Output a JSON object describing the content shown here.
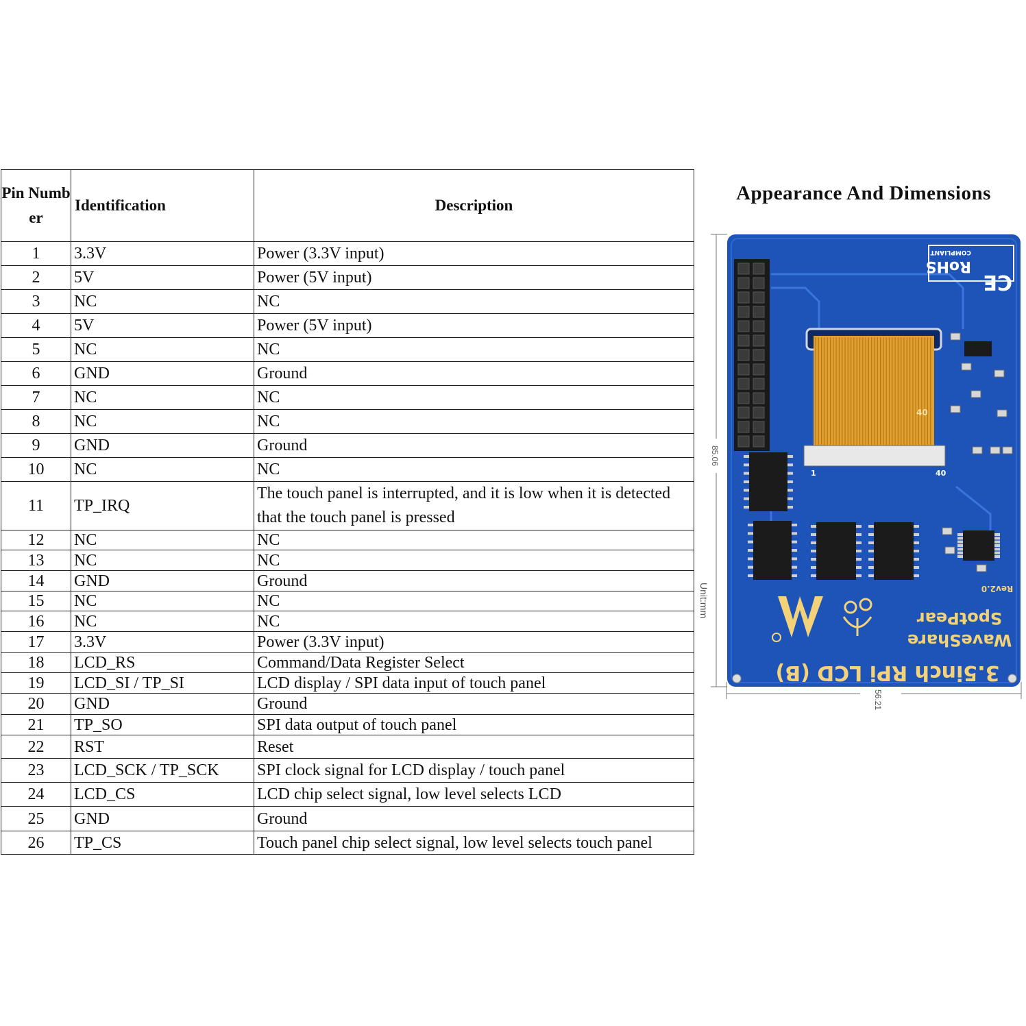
{
  "table": {
    "headers": {
      "pin": "Pin Number",
      "identification": "Identification",
      "description": "Description"
    },
    "rows": [
      {
        "pin": "1",
        "id": "3.3V",
        "desc": "Power (3.3V input)"
      },
      {
        "pin": "2",
        "id": "5V",
        "desc": "Power (5V input)"
      },
      {
        "pin": "3",
        "id": "NC",
        "desc": "NC"
      },
      {
        "pin": "4",
        "id": "5V",
        "desc": "Power (5V input)"
      },
      {
        "pin": "5",
        "id": "NC",
        "desc": "NC"
      },
      {
        "pin": "6",
        "id": "GND",
        "desc": "Ground"
      },
      {
        "pin": "7",
        "id": "NC",
        "desc": "NC"
      },
      {
        "pin": "8",
        "id": "NC",
        "desc": "NC"
      },
      {
        "pin": "9",
        "id": "GND",
        "desc": "Ground"
      },
      {
        "pin": "10",
        "id": "NC",
        "desc": "NC"
      },
      {
        "pin": "11",
        "id": "TP_IRQ",
        "desc": "The touch panel is interrupted, and it is low when it is detected that the touch panel is pressed"
      },
      {
        "pin": "12",
        "id": "NC",
        "desc": "NC"
      },
      {
        "pin": "13",
        "id": "NC",
        "desc": "NC"
      },
      {
        "pin": "14",
        "id": "GND",
        "desc": "Ground"
      },
      {
        "pin": "15",
        "id": "NC",
        "desc": "NC"
      },
      {
        "pin": "16",
        "id": "NC",
        "desc": "NC"
      },
      {
        "pin": "17",
        "id": "3.3V",
        "desc": "Power (3.3V input)"
      },
      {
        "pin": "18",
        "id": "LCD_RS",
        "desc": "Command/Data Register Select"
      },
      {
        "pin": "19",
        "id": "LCD_SI / TP_SI",
        "desc": "LCD display / SPI data input of touch panel"
      },
      {
        "pin": "20",
        "id": "GND",
        "desc": "Ground"
      },
      {
        "pin": "21",
        "id": "TP_SO",
        "desc": "SPI data output of touch panel"
      },
      {
        "pin": "22",
        "id": "RST",
        "desc": "Reset"
      },
      {
        "pin": "23",
        "id": "LCD_SCK / TP_SCK",
        "desc": "SPI clock signal for LCD display / touch panel"
      },
      {
        "pin": "24",
        "id": "LCD_CS",
        "desc": "LCD chip select signal, low level selects LCD"
      },
      {
        "pin": "25",
        "id": "GND",
        "desc": "Ground"
      },
      {
        "pin": "26",
        "id": "TP_CS",
        "desc": "Touch panel chip select signal, low level selects touch panel"
      }
    ]
  },
  "appearance": {
    "title": "Appearance And Dimensions",
    "dim_height": "85.06",
    "dim_width": "56.21",
    "unit": "Unit:mm",
    "silkscreen": {
      "product": "3.5inch RPi LCD (B)",
      "brand1": "WaveShare",
      "brand2": "SpotPear",
      "rev": "Rev2.0",
      "cert": "COMPLIANT",
      "rohs": "RoHS",
      "ce": "CE",
      "conn_start": "1",
      "conn_end": "40",
      "fpc_start": "1",
      "fpc_end": "40"
    },
    "colors": {
      "pcb": "#1e54b8",
      "fpc": "#e0a030",
      "header": "#1a1a1a",
      "silk": "#f3d27a"
    }
  }
}
